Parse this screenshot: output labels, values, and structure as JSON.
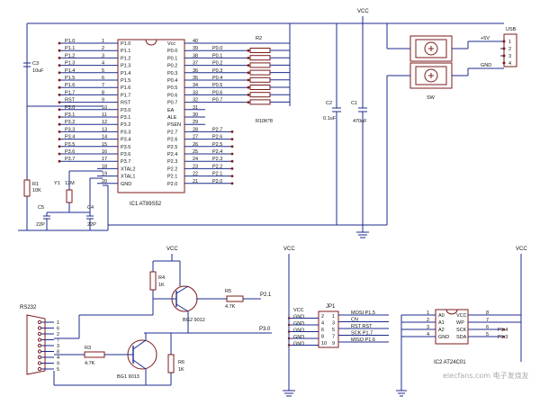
{
  "mcu": {
    "ref": "IC1 AT89S52",
    "left_pins": [
      {
        "net": "P1.0",
        "num": "1",
        "name": "P1.0"
      },
      {
        "net": "P1.1",
        "num": "2",
        "name": "P1.1"
      },
      {
        "net": "P1.2",
        "num": "3",
        "name": "P1.2"
      },
      {
        "net": "P1.3",
        "num": "4",
        "name": "P1.3"
      },
      {
        "net": "P1.4",
        "num": "5",
        "name": "P1.4"
      },
      {
        "net": "P1.5",
        "num": "6",
        "name": "P1.5"
      },
      {
        "net": "P1.6",
        "num": "7",
        "name": "P1.6"
      },
      {
        "net": "P1.7",
        "num": "8",
        "name": "P1.7"
      },
      {
        "net": "RST",
        "num": "9",
        "name": "RST"
      },
      {
        "net": "P3.0",
        "num": "10",
        "name": "P3.0"
      },
      {
        "net": "P3.1",
        "num": "11",
        "name": "P3.1"
      },
      {
        "net": "P3.2",
        "num": "12",
        "name": "P3.2"
      },
      {
        "net": "P3.3",
        "num": "13",
        "name": "P3.3"
      },
      {
        "net": "P3.4",
        "num": "14",
        "name": "P3.4"
      },
      {
        "net": "P3.5",
        "num": "15",
        "name": "P3.5"
      },
      {
        "net": "P3.6",
        "num": "16",
        "name": "P3.6"
      },
      {
        "net": "P3.7",
        "num": "17",
        "name": "P3.7"
      },
      {
        "net": "",
        "num": "18",
        "name": "XTAL2"
      },
      {
        "net": "",
        "num": "19",
        "name": "XTAL1"
      },
      {
        "net": "",
        "num": "20",
        "name": "GND"
      }
    ],
    "right_pins": [
      {
        "name": "Vcc",
        "num": "40",
        "net": ""
      },
      {
        "name": "P0.0",
        "num": "39",
        "net": "P0.0"
      },
      {
        "name": "P0.1",
        "num": "38",
        "net": "P0.1"
      },
      {
        "name": "P0.2",
        "num": "37",
        "net": "P0.2"
      },
      {
        "name": "P0.3",
        "num": "36",
        "net": "P0.3"
      },
      {
        "name": "P0.4",
        "num": "35",
        "net": "P0.4"
      },
      {
        "name": "P0.5",
        "num": "34",
        "net": "P0.5"
      },
      {
        "name": "P0.6",
        "num": "33",
        "net": "P0.6"
      },
      {
        "name": "P0.7",
        "num": "32",
        "net": "P0.7"
      },
      {
        "name": "EA",
        "num": "31",
        "net": ""
      },
      {
        "name": "ALE",
        "num": "30",
        "net": ""
      },
      {
        "name": "PSEN",
        "num": "29",
        "net": ""
      },
      {
        "name": "P2.7",
        "num": "28",
        "net": "P2.7"
      },
      {
        "name": "P2.6",
        "num": "27",
        "net": "P2.6"
      },
      {
        "name": "P2.5",
        "num": "26",
        "net": "P2.5"
      },
      {
        "name": "P2.4",
        "num": "25",
        "net": "P2.4"
      },
      {
        "name": "P2.3",
        "num": "24",
        "net": "P2.3"
      },
      {
        "name": "P2.2",
        "num": "23",
        "net": "P2.2"
      },
      {
        "name": "P2.1",
        "num": "22",
        "net": "P2.1"
      },
      {
        "name": "P2.0",
        "num": "21",
        "net": "P2.0"
      }
    ]
  },
  "labels": {
    "vcc": "VCC",
    "c3_ref": "C3",
    "c3_val": "10uF",
    "r1_ref": "R1",
    "r1_val": "10K",
    "y1_ref": "Y1",
    "y1_val": "12M",
    "c5_ref": "C5",
    "c5_val": "22P",
    "c4_ref": "C4",
    "c4_val": "22P",
    "r2_ref": "R2",
    "r2_val": "R10K*8",
    "c2_ref": "C2",
    "c2_val": "0.1uF",
    "c1_ref": "C1",
    "c1_val": "470uF",
    "sw_ref": "SW",
    "usb_ref": "USB",
    "usb_5v": "+5V",
    "usb_gnd": "GND",
    "usb_pins": [
      "1",
      "2",
      "3",
      "4"
    ],
    "rs232": "RS232",
    "r4_ref": "R4",
    "r4_val": "1K",
    "r5_ref": "R5",
    "r5_val": "4.7K",
    "r3_ref": "R3",
    "r3_val": "4.7K",
    "r6_ref": "R6",
    "r6_val": "1K",
    "q2_ref": "BG2 9012",
    "q1_ref": "BG1 9013",
    "net_p21": "P2.1",
    "net_p30": "P3.0",
    "db9_pins": [
      "1",
      "6",
      "2",
      "7",
      "3",
      "8",
      "4",
      "9",
      "5"
    ],
    "jp1_ref": "JP1",
    "jp1_left": [
      "VCC",
      "GND",
      "GND",
      "GND",
      "GND",
      "GND"
    ],
    "jp1_pins_l": [
      "2",
      "4",
      "6",
      "8",
      "10"
    ],
    "jp1_pins_r": [
      "1",
      "3",
      "5",
      "7",
      "9"
    ],
    "jp1_right": [
      "MOSI P1.5",
      "CN",
      "RST  RST",
      "SCK  P1.7",
      "MISO P1.6"
    ],
    "ic2_ref": "IC2  AT24C01",
    "ic2_left": [
      "A0",
      "A1",
      "A2",
      "GND"
    ],
    "ic2_right": [
      "VCC",
      "WP",
      "SCK",
      "SDA"
    ],
    "ic2_lnum": [
      "1",
      "2",
      "3",
      "4"
    ],
    "ic2_rnum": [
      "8",
      "7",
      "6",
      "5"
    ],
    "ic2_nets": [
      "P1.4",
      "P1.3"
    ],
    "watermark": "elecfans.com 电子发烧友"
  }
}
